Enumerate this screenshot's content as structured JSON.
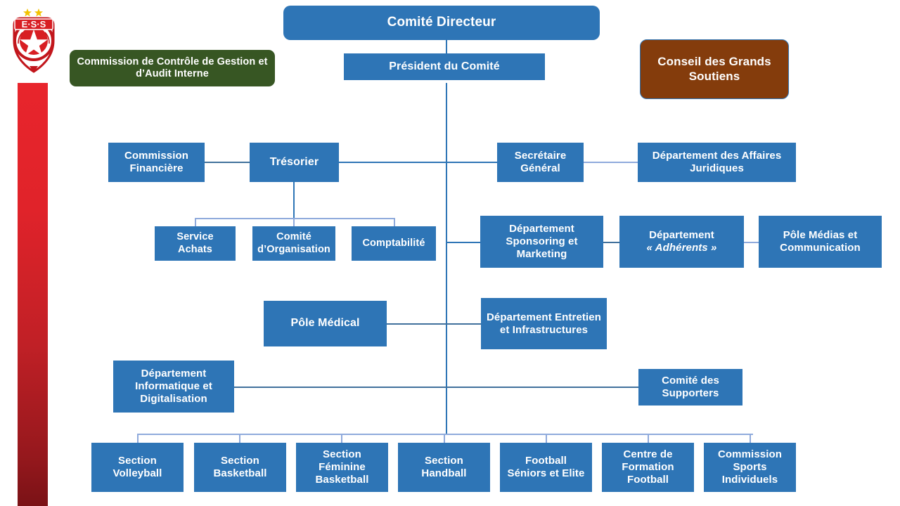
{
  "meta": {
    "title": "Organigramme Etoile Sportive du Sahel",
    "logo_alt": "ess-club-crest",
    "logo_text": "E·S·S"
  },
  "colors": {
    "box_blue": "#2E75B6",
    "box_green": "#375623",
    "box_brown": "#843C0C",
    "connector_blue": "#2E75B6",
    "connector_thin": "#41719C",
    "connector_pale": "#8FAADC",
    "bar_top_red": "#E8252C",
    "bar_bottom_red": "#7A1216",
    "text_white": "#FFFFFF"
  },
  "nodes": {
    "comite_directeur": "Comité Directeur",
    "president": "Président du Comité",
    "commission_controle": "Commission de Contrôle de Gestion et d’Audit Interne",
    "conseil_grands_soutiens": "Conseil des Grands Soutiens",
    "commission_financiere": "Commission Financière",
    "tresorier": "Trésorier",
    "secretaire_general": "Secrétaire Général",
    "affaires_juridiques": "Département des Affaires Juridiques",
    "service_achats": "Service Achats",
    "comite_organisation": "Comité d’Organisation",
    "comptabilite": "Comptabilité",
    "sponsoring_marketing": "Département Sponsoring et Marketing",
    "departement_adherents_pre": "Département",
    "departement_adherents_em": "« Adhérents »",
    "pole_medias": "Pôle Médias et Communication",
    "pole_medical": "Pôle Médical",
    "entretien_infrastructures": "Département Entretien et Infrastructures",
    "informatique_digitalisation": "Département Informatique et Digitalisation",
    "comite_supporters": "Comité des Supporters"
  },
  "sections": [
    {
      "label": "Section Volleyball"
    },
    {
      "label": "Section Basketball"
    },
    {
      "label": "Section Féminine Basketball"
    },
    {
      "label": "Section Handball"
    },
    {
      "label": "Football Séniors et Elite"
    },
    {
      "label": "Centre de Formation Football"
    },
    {
      "label": "Commission Sports Individuels"
    }
  ]
}
